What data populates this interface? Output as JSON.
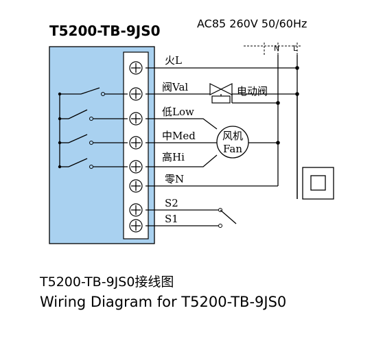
{
  "header": {
    "model": "T5200-TB-9JS0",
    "spec": "AC85 260V 50/60Hz"
  },
  "power_lines": [
    "N",
    "L"
  ],
  "terminals": [
    {
      "label": "火L"
    },
    {
      "label": "阀Val"
    },
    {
      "label": "低Low"
    },
    {
      "label": "中Med"
    },
    {
      "label": "高Hi"
    },
    {
      "label": "零N"
    },
    {
      "label": "S2"
    },
    {
      "label": "S1"
    }
  ],
  "valve": {
    "label": "电动阀"
  },
  "fan": {
    "line1": "风机",
    "line2": "Fan"
  },
  "caption": {
    "cn": "T5200-TB-9JS0接线图",
    "en": "Wiring Diagram for T5200-TB-9JS0"
  },
  "colors": {
    "device_fill": "#a9d1f0",
    "terminal_block_fill": "#ffffff",
    "wire": "#000000"
  }
}
